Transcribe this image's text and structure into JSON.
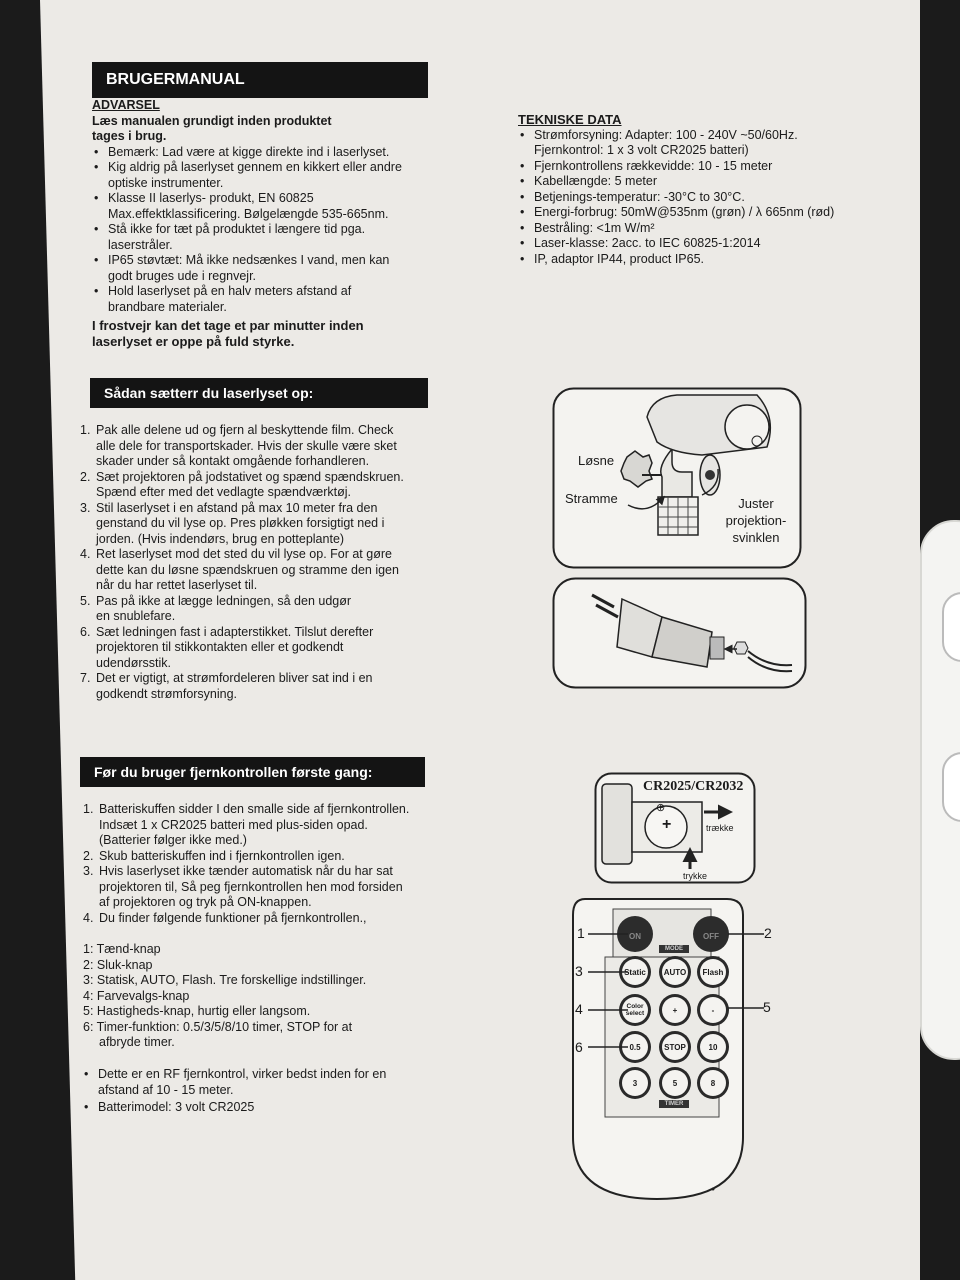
{
  "manual": {
    "title": "BRUGERMANUAL",
    "warning": {
      "heading": "ADVARSEL",
      "intro_line1": "Læs manualen grundigt inden produktet",
      "intro_line2": "tages i brug.",
      "bullets": [
        [
          "Bemærk: Lad være at kigge direkte ind i laserlyset."
        ],
        [
          "Kig aldrig på laserlyset gennem en kikkert eller andre",
          "optiske instrumenter."
        ],
        [
          "Klasse II laserlys- produkt, EN 60825",
          "Max.effektklassificering. Bølgelængde 535-665nm."
        ],
        [
          "Stå ikke for tæt på produktet i længere tid pga.",
          "laserstråler."
        ],
        [
          "IP65 støvtæt: Må ikke nedsænkes I vand, men kan",
          "godt bruges ude i regnvejr."
        ],
        [
          "Hold laserlyset på en halv meters afstand af",
          "brandbare materialer."
        ]
      ],
      "frost_line1": "I frostvejr kan det tage et par minutter inden",
      "frost_line2": "laserlyset er oppe på fuld styrke."
    },
    "tech": {
      "heading": "TEKNISKE DATA",
      "items": [
        [
          "Strømforsyning: Adapter: 100 - 240V ~50/60Hz.",
          "Fjernkontrol: 1 x  3 volt CR2025 batteri)"
        ],
        [
          "Fjernkontrollens rækkevidde: 10 - 15 meter"
        ],
        [
          "Kabellængde: 5 meter"
        ],
        [
          "Betjenings-temperatur: -30°C to 30°C."
        ],
        [
          "Energi-forbrug: 50mW@535nm (grøn) / λ 665nm (rød)"
        ],
        [
          "Bestråling: <1m W/m²"
        ],
        [
          "Laser-klasse: 2acc. to IEC 60825-1:2014"
        ],
        [
          "IP, adaptor IP44, product IP65."
        ]
      ]
    },
    "setup": {
      "heading": "Sådan sætterr du laserlyset op:",
      "steps": [
        {
          "n": "1.",
          "lines": [
            "Pak alle delene ud og fjern al beskyttende film. Check",
            "alle dele for transportskader. Hvis der skulle være sket",
            "skader under så kontakt omgående forhandleren."
          ]
        },
        {
          "n": "2.",
          "lines": [
            "Sæt projektoren på jodstativet og spænd spændskruen.",
            "Spænd efter med det vedlagte spændværktøj."
          ]
        },
        {
          "n": "3.",
          "lines": [
            "Stil laserlyset i en afstand på max 10 meter fra den",
            "genstand du vil lyse op. Pres pløkken forsigtigt ned i",
            "jorden. (Hvis indendørs, brug en potteplante)"
          ]
        },
        {
          "n": "4.",
          "lines": [
            "Ret laserlyset mod det sted du vil lyse op. For at gøre",
            "dette kan du løsne spændskruen og stramme den igen",
            "når du har rettet laserlyset til."
          ]
        },
        {
          "n": "5.",
          "lines": [
            "Pas på ikke at lægge ledningen, så den udgør",
            "en snublefare."
          ]
        },
        {
          "n": "6.",
          "lines": [
            "Sæt ledningen fast i adapterstikket. Tilslut derefter",
            "projektoren til stikkontakten eller et godkendt",
            "udendørsstik."
          ]
        },
        {
          "n": "7.",
          "lines": [
            "Det er vigtigt, at strømfordeleren bliver sat ind i en",
            "godkendt strømforsyning."
          ]
        }
      ]
    },
    "remote_section": {
      "heading": "Før du bruger fjernkontrollen første gang:",
      "steps": [
        {
          "n": "1.",
          "lines": [
            "Batteriskuffen sidder I den smalle side af fjernkontrollen.",
            "Indsæt 1 x CR2025 batteri med plus-siden opad.",
            "(Batterier følger ikke med.)"
          ]
        },
        {
          "n": "2.",
          "lines": [
            "Skub batteriskuffen ind i fjernkontrollen igen."
          ]
        },
        {
          "n": "3.",
          "lines": [
            "Hvis laserlyset ikke tænder automatisk når du har sat",
            "projektoren til, Så peg fjernkontrollen hen mod forsiden",
            "af projektoren og tryk på ON-knappen."
          ]
        },
        {
          "n": "4.",
          "lines": [
            "Du finder følgende funktioner på fjernkontrollen.,"
          ]
        }
      ],
      "functions": [
        "1: Tænd-knap",
        "2: Sluk-knap",
        "3: Statisk, AUTO, Flash. Tre forskellige indstillinger.",
        "4: Farvevalgs-knap",
        "5: Hastigheds-knap, hurtig eller langsom.",
        "6: Timer-funktion: 0.5/3/5/8/10 timer, STOP for at"
      ],
      "functions_cont": "afbryde timer.",
      "notes": [
        [
          "Dette er en RF fjernkontrol, virker bedst inden for en",
          "afstand af 10 - 15 meter."
        ],
        [
          "Batterimodel: 3 volt CR2025"
        ]
      ]
    },
    "illustrations": {
      "mount_labels": {
        "loosen": "Løsne",
        "tighten": "Stramme",
        "adjust1": "Juster",
        "adjust2": "projektion-",
        "adjust3": "svinklen"
      },
      "battery": {
        "title": "CR2025/CR2032",
        "plus": "+",
        "pull": "trække",
        "push": "trykke",
        "circle_plus": "⊕"
      },
      "remote": {
        "on": "ON",
        "off": "OFF",
        "mode_tag": "MODE",
        "row1": [
          "Static",
          "AUTO",
          "Flash"
        ],
        "row2": [
          "Color select",
          "+",
          "-"
        ],
        "row3": [
          "0.5",
          "STOP",
          "10"
        ],
        "row4": [
          "3",
          "5",
          "8"
        ],
        "timer_tag": "TIMER",
        "callouts": [
          "1",
          "2",
          "3",
          "4",
          "5",
          "6"
        ]
      }
    },
    "colors": {
      "paper": "#eceae6",
      "ink": "#1b1b1b",
      "bar": "#141414",
      "background": "#1b1b1b"
    }
  }
}
